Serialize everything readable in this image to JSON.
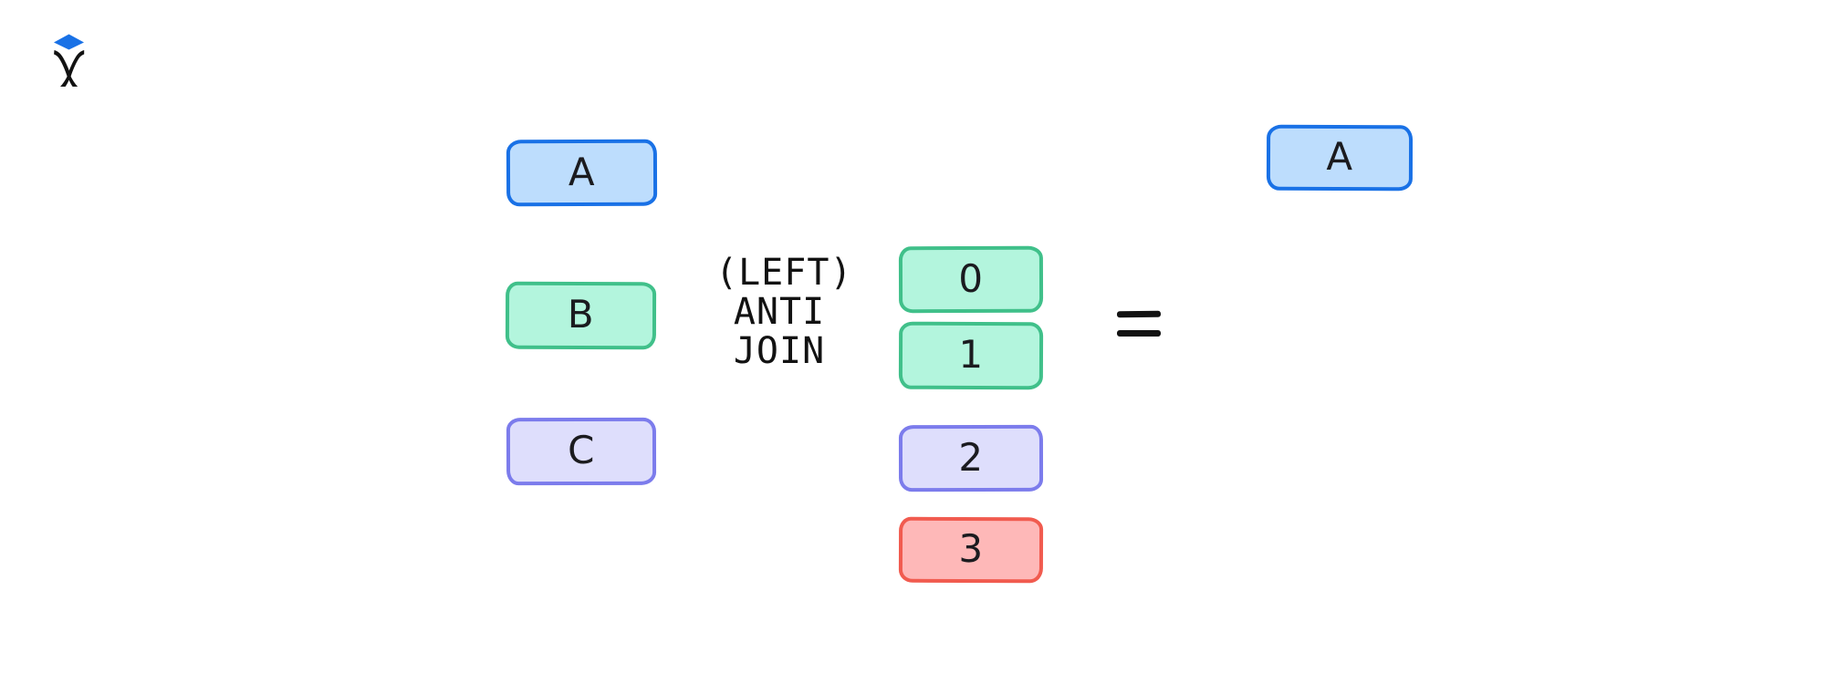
{
  "app": {
    "name": "Excalidraw",
    "logo_icon": "excalidraw-logo-icon",
    "canvas_background": "#ffffff"
  },
  "diagram": {
    "title": "(LEFT) ANTI JOIN",
    "operator": {
      "lines": [
        "(LEFT)",
        "ANTI",
        "JOIN"
      ],
      "line1": "(LEFT)",
      "line2": "ANTI",
      "line3": "JOIN"
    },
    "equals_symbol": "=",
    "palette": {
      "blue_fill": "#bdddfd",
      "blue_stroke": "#1971e6",
      "green_fill": "#b3f5dd",
      "green_stroke": "#40c08a",
      "purple_fill": "#dedefc",
      "purple_stroke": "#7c7cec",
      "red_fill": "#feb8b8",
      "red_stroke": "#f15b4f",
      "text": "#1b1b1f"
    },
    "left_table": {
      "name": "left-input-table",
      "rows": [
        {
          "label": "A",
          "color": "blue"
        },
        {
          "label": "B",
          "color": "green"
        },
        {
          "label": "C",
          "color": "purple"
        }
      ]
    },
    "right_table": {
      "name": "right-input-table",
      "rows": [
        {
          "label": "0",
          "color": "green"
        },
        {
          "label": "1",
          "color": "green"
        },
        {
          "label": "2",
          "color": "purple"
        },
        {
          "label": "3",
          "color": "red"
        }
      ]
    },
    "result_table": {
      "name": "result-table",
      "rows": [
        {
          "label": "A",
          "color": "blue"
        }
      ]
    }
  }
}
